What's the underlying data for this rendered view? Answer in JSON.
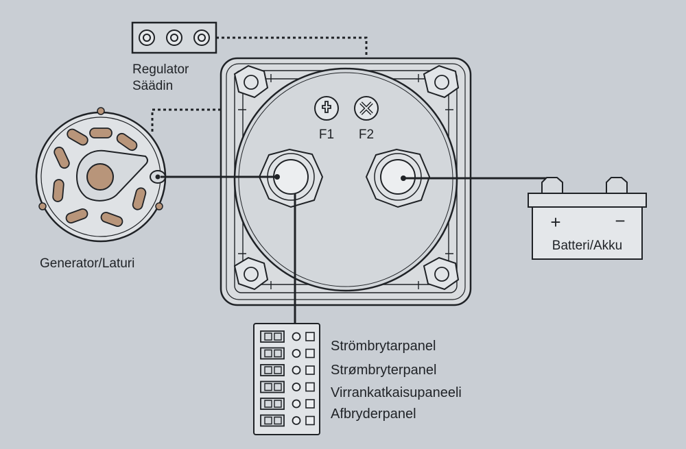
{
  "labels": {
    "regulator_line1": "Regulator",
    "regulator_line2": "Säädin",
    "generator": "Generator/Laturi",
    "battery": "Batteri/Akku",
    "battery_plus": "+",
    "battery_minus": "−",
    "f1": "F1",
    "f2": "F2",
    "panel_names": [
      "Strömbrytarpanel",
      "Strømbryterpanel",
      "Virrankatkaisupaneeli",
      "Afbryderpanel"
    ]
  },
  "colors": {
    "background": "#c9ced4",
    "line": "#1f2226",
    "part_fill": "#d6dade",
    "accent_brown": "#b8957a"
  },
  "panel_switch_count": 6,
  "regulator_terminal_count": 3
}
